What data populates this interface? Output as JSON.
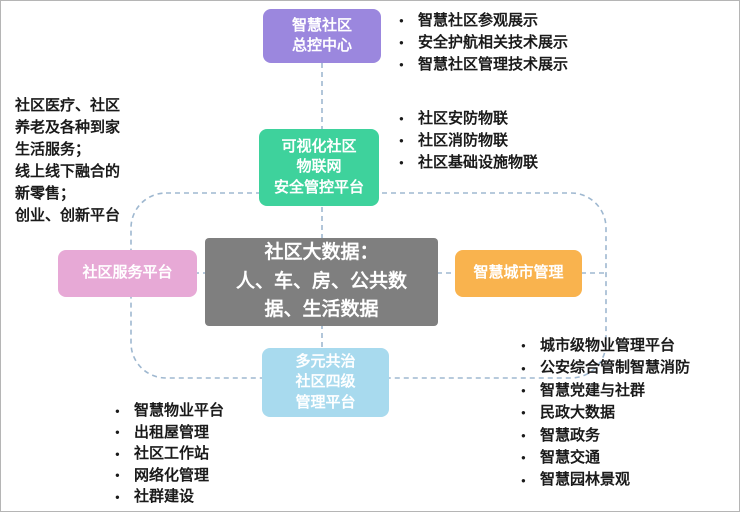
{
  "diagram": {
    "nodes": {
      "control_center": {
        "label": "智慧社区\n总控中心",
        "color": "#9b87de"
      },
      "iot_platform": {
        "label": "可视化社区\n物联网\n安全管控平台",
        "color": "#3ed29c"
      },
      "big_data": {
        "label": "社区大数据：\n人、车、房、公共数\n据、生活数据",
        "color": "#7f7f7f"
      },
      "service_platform": {
        "label": "社区服务平台",
        "color": "#e7a9d6"
      },
      "city_management": {
        "label": "智慧城市管理",
        "color": "#f9b34e"
      },
      "governance_platform": {
        "label": "多元共治\n社区四级\n管理平台",
        "color": "#a8daee"
      }
    },
    "annotations": {
      "control_center_items": [
        "智慧社区参观展示",
        "安全护航相关技术展示",
        "智慧社区管理技术展示"
      ],
      "iot_items": [
        "社区安防物联",
        "社区消防物联",
        "社区基础设施物联"
      ],
      "service_note": "社区医疗、社区\n养老及各种到家\n生活服务；\n线上线下融合的\n新零售；\n创业、创新平台",
      "governance_items": [
        "智慧物业平台",
        "出租屋管理",
        "社区工作站",
        "网络化管理",
        "社群建设"
      ],
      "city_items": [
        "城市级物业管理平台",
        "公安综合管制智慧消防",
        "智慧党建与社群",
        "民政大数据",
        "智慧政务",
        "智慧交通",
        "智慧园林景观"
      ]
    },
    "connector_color": "#9fb8d0"
  }
}
